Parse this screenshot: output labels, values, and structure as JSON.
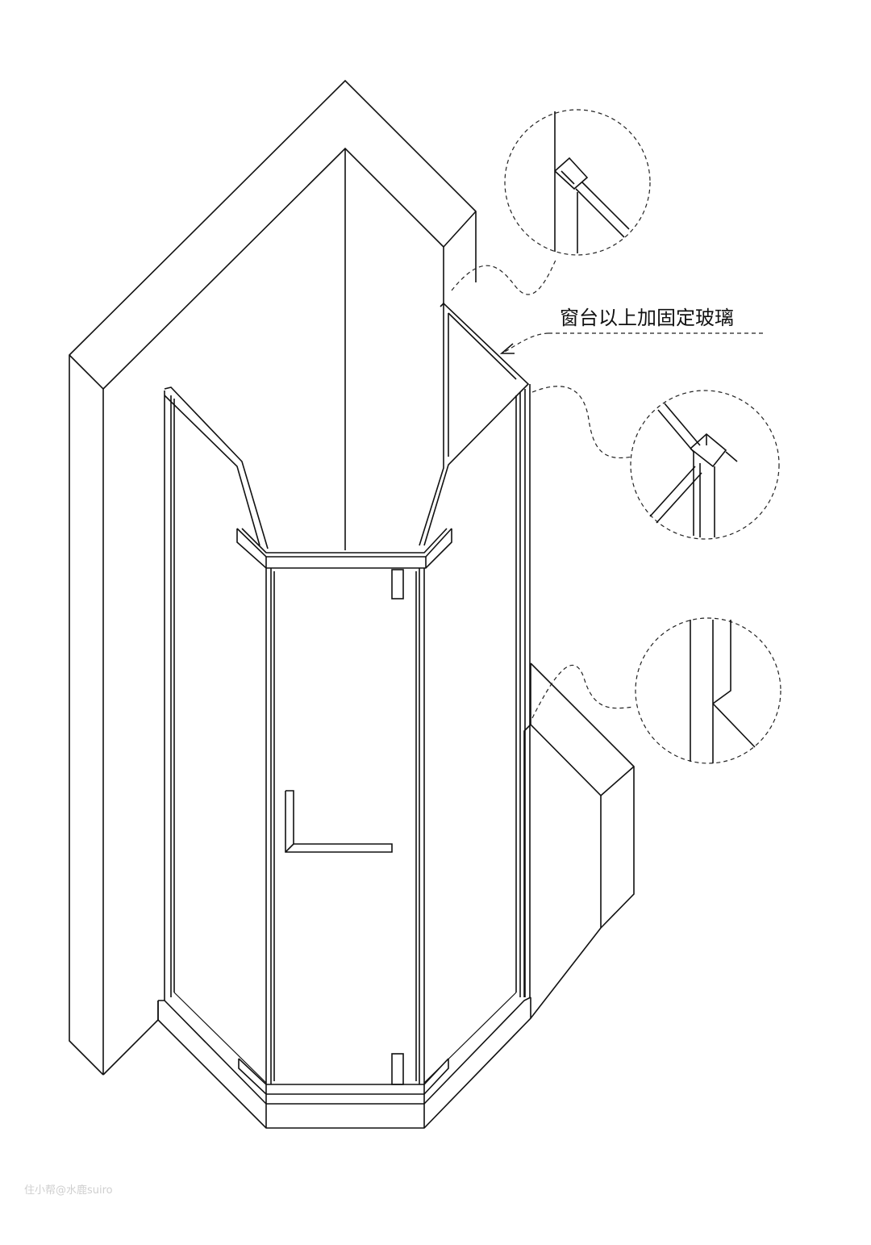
{
  "annotation": {
    "label": "窗台以上加固定玻璃"
  },
  "watermark": {
    "text": "住小帮@水鹿suiro"
  },
  "detail_callouts": [
    {
      "name": "top-fixed-glass-joint-detail"
    },
    {
      "name": "corner-frame-joint-detail"
    },
    {
      "name": "sill-step-frame-detail"
    }
  ]
}
